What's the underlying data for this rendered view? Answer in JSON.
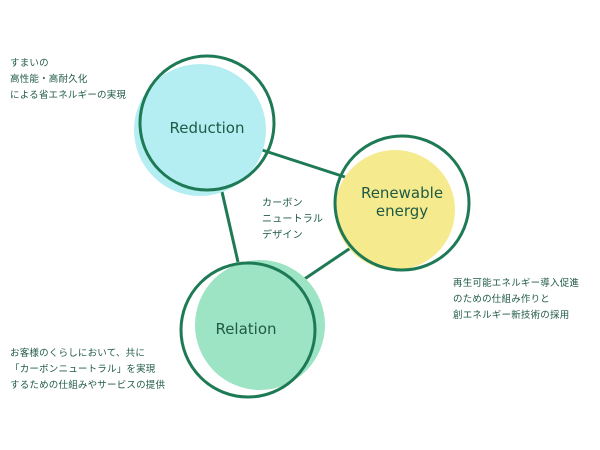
{
  "colors": {
    "stroke": "#1e7a55",
    "reduction_fill": "#b5eef2",
    "renewable_fill": "#f6ea8e",
    "relation_fill": "#9de4c4",
    "text": "#1f5a45"
  },
  "diagram": {
    "center_label": "カーボン\nニュートラル\nデザイン",
    "nodes": [
      {
        "id": "reduction",
        "label": "Reduction",
        "note": "すまいの\n高性能・高耐久化\nによる省エネルギーの実現"
      },
      {
        "id": "renewable",
        "label": "Renewable\nenergy",
        "note": "再生可能エネルギー導入促進\nのための仕組み作りと\n創エネルギー新技術の採用"
      },
      {
        "id": "relation",
        "label": "Relation",
        "note": "お客様のくらしにおいて、共に\n「カーボンニュートラル」を実現\nするための仕組みやサービスの提供"
      }
    ]
  }
}
